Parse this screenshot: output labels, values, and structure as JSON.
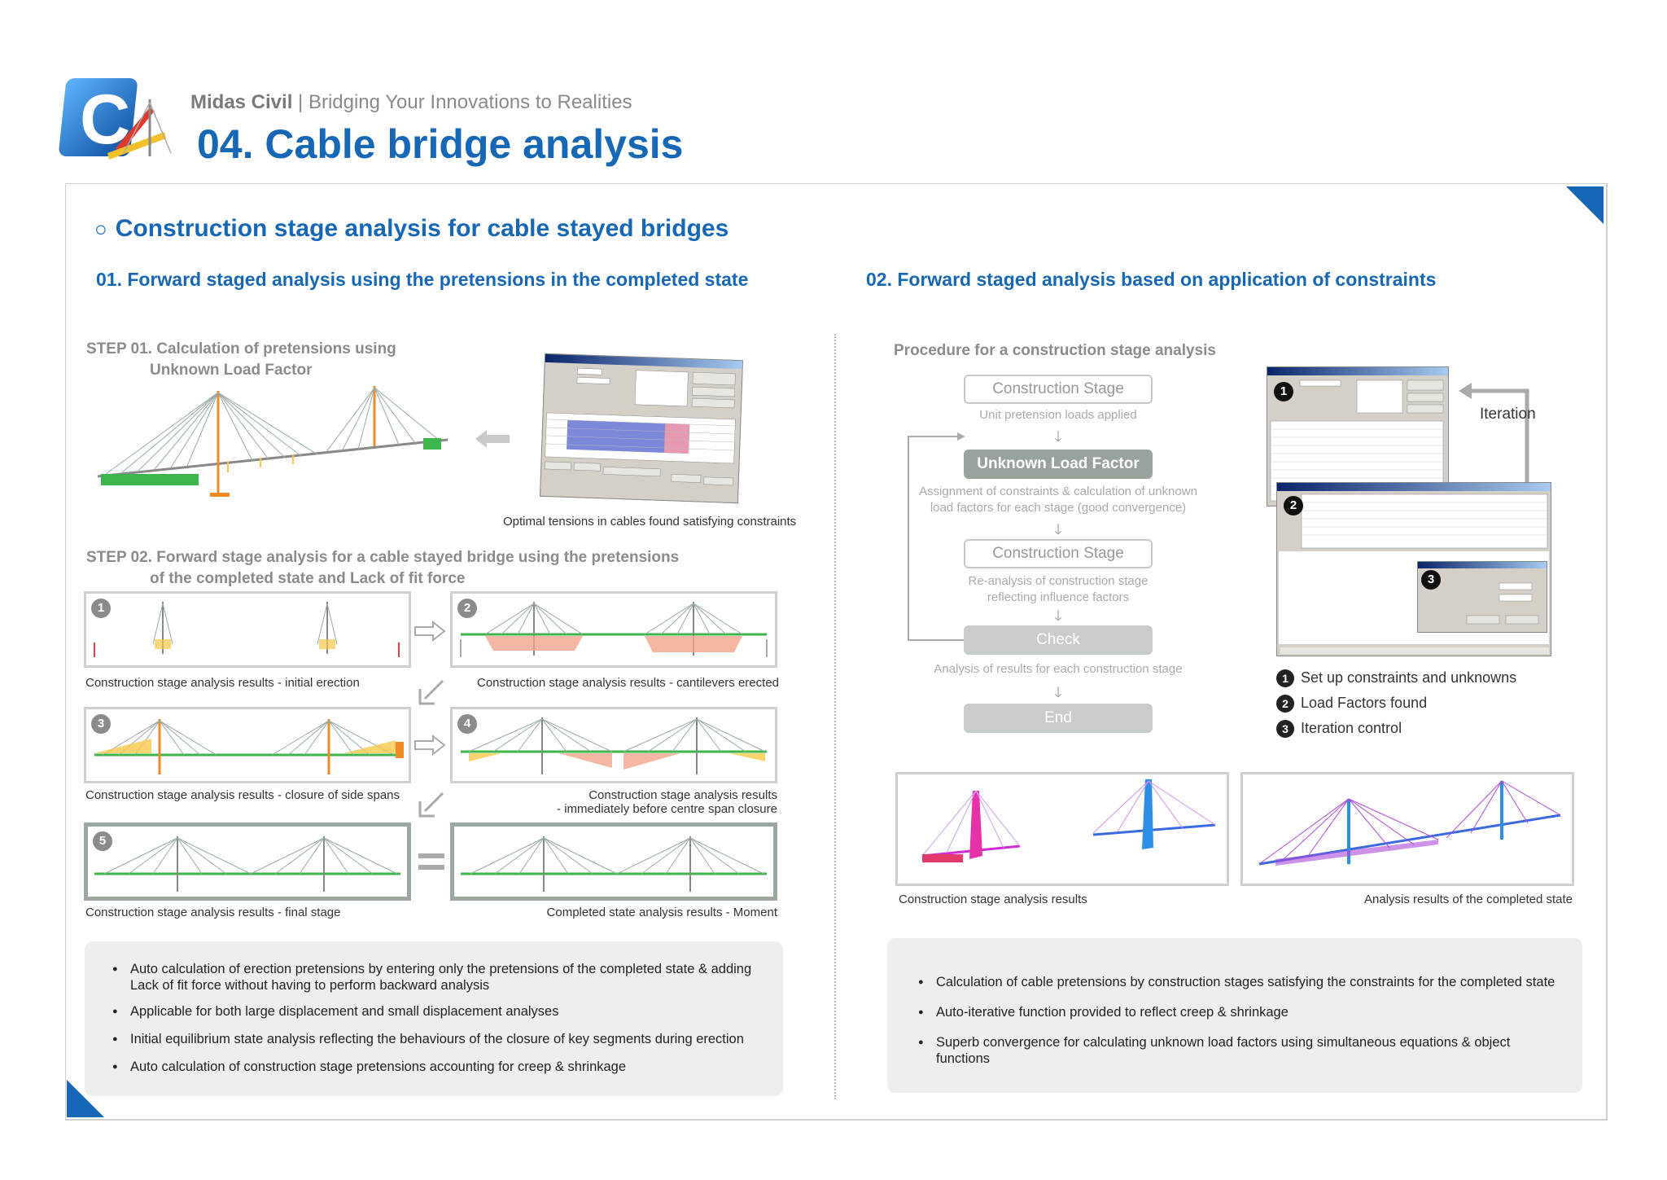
{
  "header": {
    "brand": "Midas Civil",
    "tagline": "| Bridging Your Innovations to Realities",
    "title": "04. Cable bridge analysis"
  },
  "section_title": "Construction stage analysis for cable stayed bridges",
  "left": {
    "subtitle": "01. Forward staged analysis using the pretensions in the completed state",
    "step1_line1": "STEP 01. Calculation of pretensions using",
    "step1_line2": "Unknown Load Factor",
    "step1_caption": "Optimal tensions in cables found satisfying constraints",
    "step2_line1": "STEP 02. Forward stage analysis for a cable stayed bridge using the pretensions",
    "step2_line2": "of the completed state and Lack of fit force",
    "panels": [
      {
        "num": "1",
        "caption": "Construction stage analysis results - initial erection"
      },
      {
        "num": "2",
        "caption": "Construction stage analysis results - cantilevers erected"
      },
      {
        "num": "3",
        "caption": "Construction stage analysis results - closure of side spans"
      },
      {
        "num": "4",
        "caption_l1": "Construction stage analysis results",
        "caption_l2": "- immediately before centre span closure"
      },
      {
        "num": "5",
        "caption": "Construction stage analysis results - final stage"
      },
      {
        "caption": "Completed state analysis results - Moment"
      }
    ],
    "bullets": [
      "Auto calculation of erection pretensions by entering only the pretensions of the completed state & adding Lack of fit force without having to perform backward analysis",
      "Applicable for both large displacement and small displacement analyses",
      "Initial equilibrium state analysis reflecting the behaviours of the closure of key segments during erection",
      "Auto calculation of construction stage pretensions accounting for creep & shrinkage"
    ]
  },
  "right": {
    "subtitle": "02. Forward staged analysis based on application of constraints",
    "procedure_title": "Procedure for a construction stage analysis",
    "flow": {
      "box1": "Construction Stage",
      "note1": "Unit pretension loads applied",
      "box2": "Unknown Load Factor",
      "note2_l1": "Assignment of constraints & calculation of unknown",
      "note2_l2": "load factors for each stage (good convergence)",
      "box3": "Construction Stage",
      "note3_l1": "Re-analysis of construction stage",
      "note3_l2": "reflecting influence factors",
      "box4": "Check",
      "note4": "Analysis of results for each construction stage",
      "box5": "End"
    },
    "iteration_label": "Iteration",
    "legend": [
      {
        "n": "1",
        "text": "Set up constraints and unknowns"
      },
      {
        "n": "2",
        "text": "Load Factors found"
      },
      {
        "n": "3",
        "text": "Iteration control"
      }
    ],
    "image_captions": {
      "left": "Construction stage analysis results",
      "right": "Analysis results of the completed state"
    },
    "bullets": [
      "Calculation of cable pretensions by construction stages satisfying the constraints for the completed state",
      "Auto-iterative function provided to reflect creep & shrinkage",
      "Superb convergence for calculating unknown load factors using simultaneous equations & object functions"
    ]
  },
  "colors": {
    "accent_blue": "#1667b5",
    "grey_text": "#8b8b8b",
    "flow_dark": "#97a39b"
  },
  "icons": {
    "logo": "midas-civil-logo",
    "arrow": "left-arrow-icon",
    "equals": "equals-icon"
  }
}
